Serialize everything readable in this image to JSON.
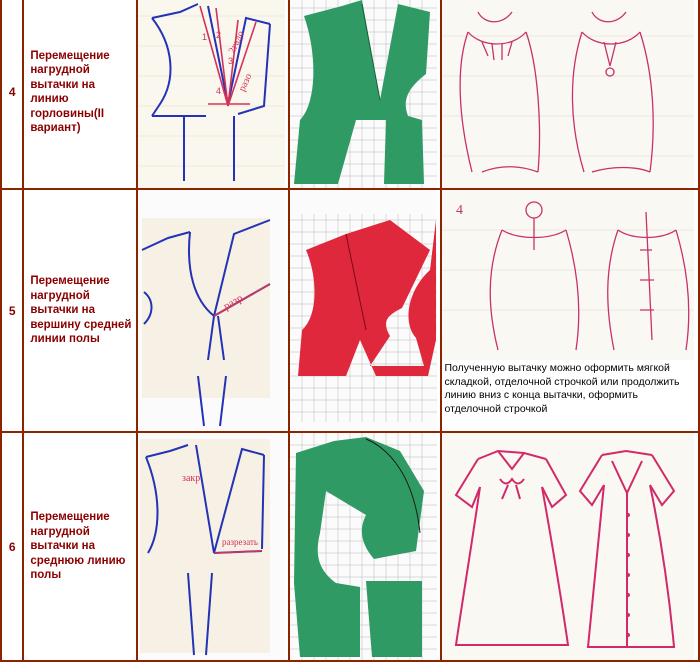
{
  "rows": [
    {
      "number": "4",
      "title": "Перемещение нагрудной вытачки на линию горловины(II вариант)",
      "caption": ""
    },
    {
      "number": "5",
      "title": "Перемещение нагрудной вытачки на вершину средней линии полы",
      "caption": "Полученную вытачку можно оформить мягкой складкой, отделочной строчкой или продолжить линию вниз с конца вытачки, оформить отделочной строчкой"
    },
    {
      "number": "6",
      "title": "Перемещение нагрудной вытачки на среднюю линию полы",
      "caption": ""
    }
  ],
  "annotations": {
    "r4_a": "2гадо",
    "r4_b": "разо",
    "r4_n1": "1",
    "r4_n2": "2",
    "r4_n3": "3",
    "r4_n4": "4",
    "r5_a": "разр",
    "r5_n": "4",
    "r6_a": "закр",
    "r6_b": "разрезать"
  },
  "colors": {
    "border": "#8b2500",
    "text_title": "#8b0000",
    "pattern_blue": "#2433b5",
    "pattern_red": "#d4325a",
    "paper_green": "#2f9a63",
    "paper_red": "#e0283c",
    "grid": "#b9b9b9",
    "sketch": "#c8316b",
    "dress": "#d2296a"
  }
}
